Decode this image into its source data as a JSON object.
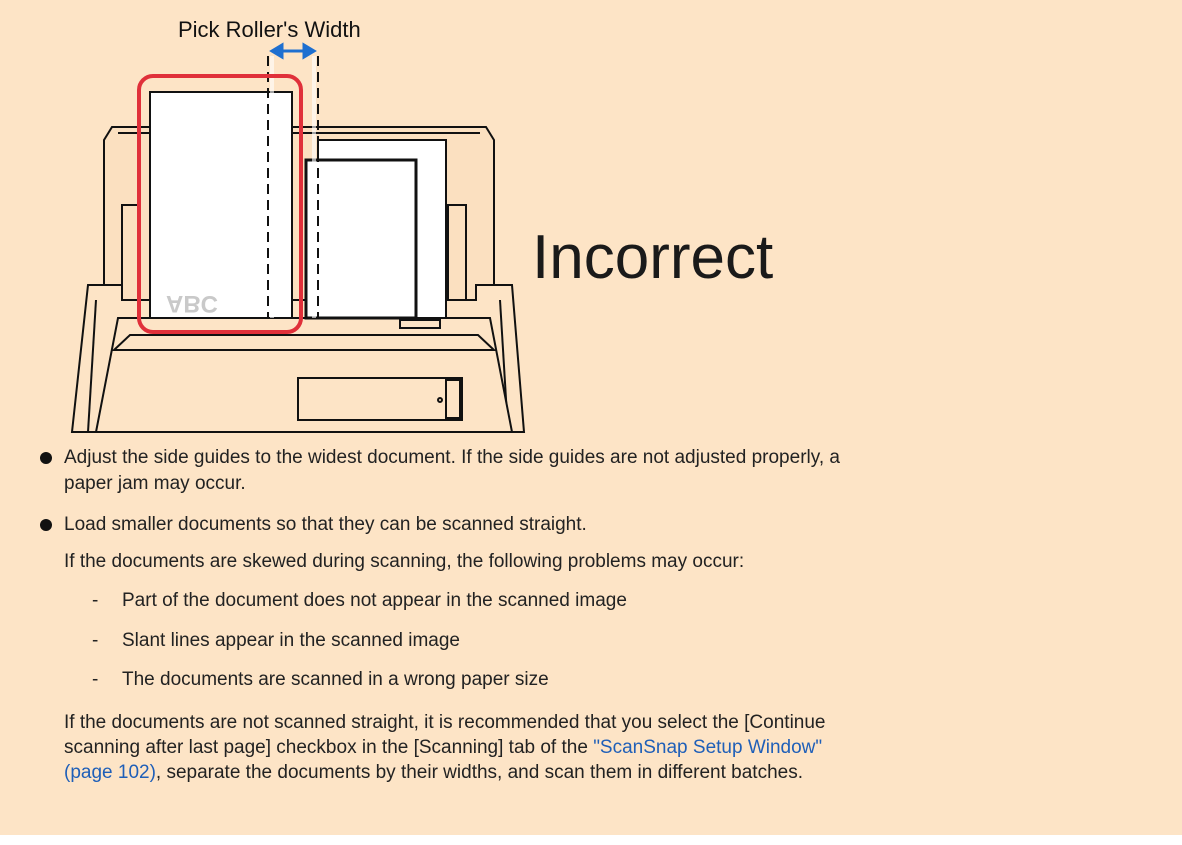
{
  "illustration": {
    "caption": "Pick Roller's Width",
    "verdict": "Incorrect",
    "document_text": "ABC"
  },
  "bullets": [
    {
      "lines": [
        "Adjust the side guides to the widest document. If the side guides are not adjusted properly, a",
        "paper jam may occur."
      ]
    },
    {
      "lines": [
        "Load smaller documents so that they can be scanned straight."
      ],
      "intro": "If the documents are skewed during scanning, the following problems may occur:",
      "sub_items": [
        "Part of the document does not appear in the scanned image",
        "Slant lines appear in the scanned image",
        "The documents are scanned in a wrong paper size"
      ],
      "closing": {
        "line1": "If the documents are not scanned straight, it is recommended that you select the [Continue",
        "line2_prefix": "scanning after last page] checkbox in the [Scanning] tab of the ",
        "link_part1": "\"ScanSnap Setup Window\"",
        "link_part2": "(page 102)",
        "line3_suffix": ", separate the documents by their widths, and scan them in different batches."
      }
    }
  ],
  "colors": {
    "panel_background": "#fde4c6",
    "highlight_red": "#e0303a",
    "arrow_blue": "#1e6fd0",
    "link_blue": "#1f5fb8"
  },
  "icon_names": [
    "scanner-illustration",
    "width-arrow-icon",
    "bullet-icon"
  ]
}
